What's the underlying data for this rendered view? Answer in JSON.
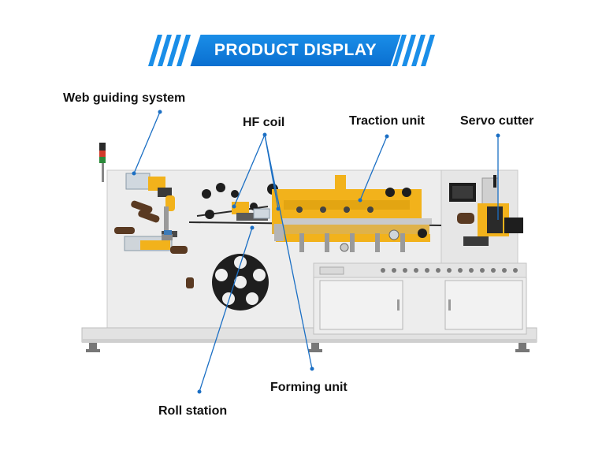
{
  "banner": {
    "title": "PRODUCT DISPLAY",
    "color": "#0a6fd0"
  },
  "labels": {
    "web_guiding": "Web guiding system",
    "hf_coil": "HF coil",
    "traction": "Traction unit",
    "servo_cutter": "Servo cutter",
    "forming": "Forming unit",
    "roll_station": "Roll station"
  },
  "colors": {
    "callout_line": "#1b6fc4",
    "machine_body": "#ececec",
    "machine_yellow": "#f2b21b"
  }
}
